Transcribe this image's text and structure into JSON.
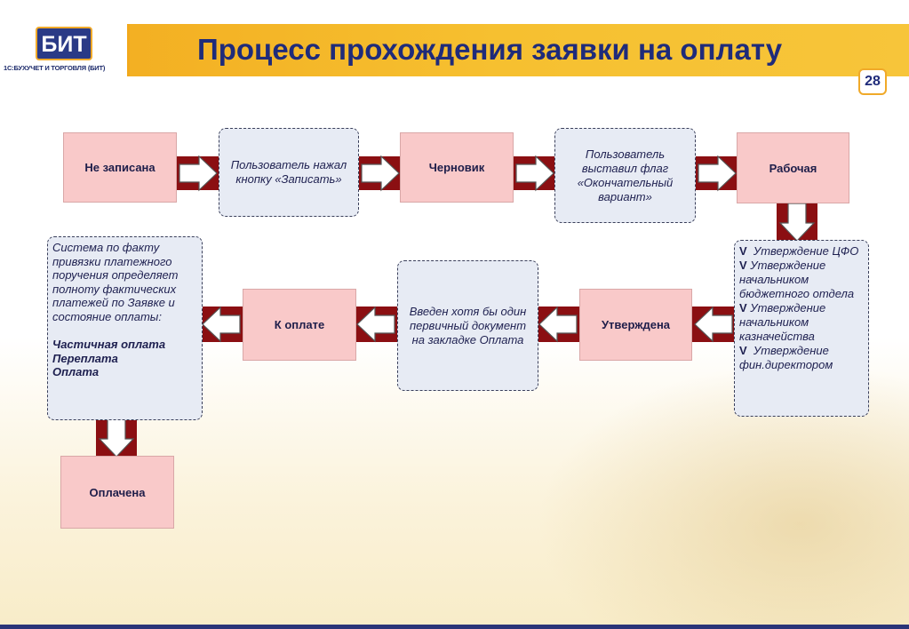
{
  "header": {
    "title": "Процесс прохождения заявки на оплату",
    "logo_caption": "1С:БУХУЧЕТ И ТОРГОВЛЯ (БИТ)",
    "logo_text": "БИТ",
    "page_number": "28"
  },
  "states": {
    "not_saved": "Не записана",
    "draft": "Черновик",
    "working": "Рабочая",
    "approved": "Утверждена",
    "to_pay": "К оплате",
    "paid": "Оплачена"
  },
  "notes": {
    "save_click": "Пользователь нажал кнопку «Записать»",
    "final_flag": "Пользователь выставил флаг «Окончательный вариант»",
    "primary_doc": "Введен хотя бы один первичный документ на закладке Оплата",
    "approvals": {
      "check_mark": "V",
      "items": [
        "Утверждение ЦФО",
        "Утверждение начальником бюджетного отдела",
        "Утверждение начальником казначейства",
        "Утверждение фин.директором"
      ]
    },
    "payment_system": {
      "text": "Система по факту привязки платежного поручения определяет полноту фактических платежей по Заявке и  состояние оплаты:",
      "statuses": [
        "Частичная оплата",
        "Переплата",
        "Оплата"
      ]
    }
  },
  "colors": {
    "header_gold": "#f6c030",
    "title_navy": "#1f2b7a",
    "state_fill": "#f9c9c9",
    "note_fill": "#e7ebf4",
    "connector_dark_red": "#8b0f12"
  }
}
